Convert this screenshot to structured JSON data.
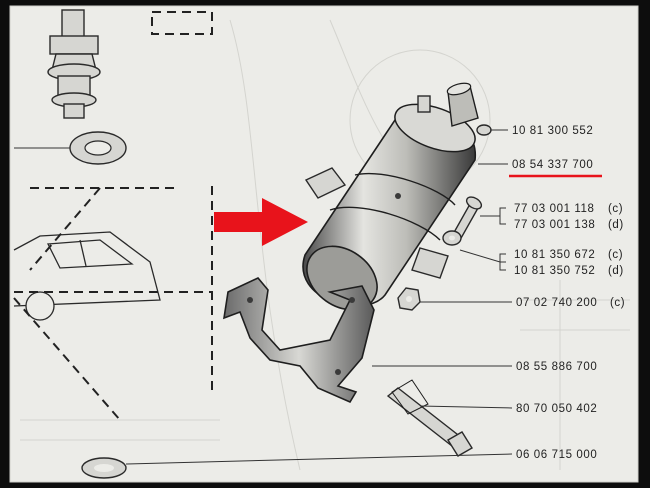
{
  "diagram": {
    "colors": {
      "paper": "#ecece8",
      "frame": "#0d0d0d",
      "arrow": "#e8131b",
      "underline": "#e8131b",
      "ink": "#222222"
    },
    "parts": [
      {
        "id": "p1",
        "number": "10 81 300 552",
        "suffix": ""
      },
      {
        "id": "p2",
        "number": "08 54 337 700",
        "suffix": "",
        "highlighted": true
      },
      {
        "id": "p3",
        "number": "77 03 001 118",
        "suffix": "(c)"
      },
      {
        "id": "p4",
        "number": "77 03 001 138",
        "suffix": "(d)"
      },
      {
        "id": "p5",
        "number": "10 81 350 672",
        "suffix": "(c)"
      },
      {
        "id": "p6",
        "number": "10 81 350 752",
        "suffix": "(d)"
      },
      {
        "id": "p7",
        "number": "07 02 740 200",
        "suffix": "(c)"
      },
      {
        "id": "p8",
        "number": "08 55 886 700",
        "suffix": ""
      },
      {
        "id": "p9",
        "number": "80 70 050 402",
        "suffix": ""
      },
      {
        "id": "p10",
        "number": "06 06 715 000",
        "suffix": ""
      }
    ]
  }
}
